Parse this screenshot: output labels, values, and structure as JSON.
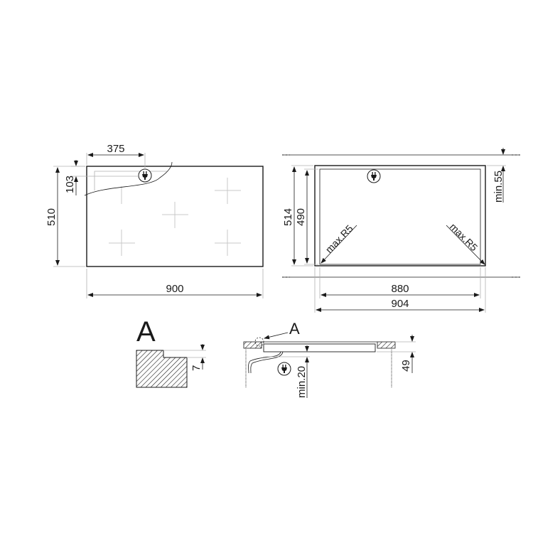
{
  "drawing": {
    "top_view": {
      "width": "900",
      "depth": "510",
      "plug_offset_x": "375",
      "plug_offset_y": "103"
    },
    "cutout_view": {
      "outer_width": "904",
      "inner_width": "880",
      "outer_depth": "514",
      "inner_depth": "490",
      "clearance_back": "min.55",
      "corner_radius_left": "max.R5",
      "corner_radius_right": "max.R5"
    },
    "detail_a": {
      "label": "A",
      "step_height": "7"
    },
    "section_view": {
      "detail_callout": "A",
      "height": "49",
      "clearance_below": "min.20"
    },
    "icons": [
      "plug-icon",
      "plug-icon",
      "plug-icon"
    ],
    "colors": {
      "line": "#1a1a1a",
      "guide": "#b0b0b0",
      "background": "#ffffff"
    }
  }
}
